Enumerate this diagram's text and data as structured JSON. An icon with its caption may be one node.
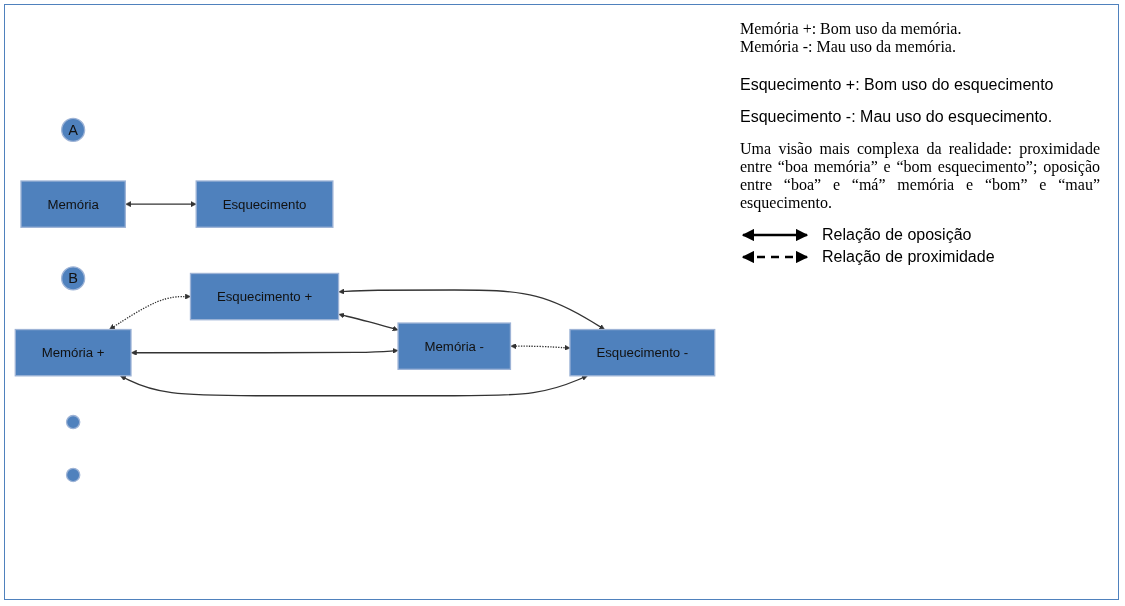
{
  "diagram": {
    "nodes": [
      {
        "text": [
          "A"
        ]
      },
      {
        "text": [
          "Memória"
        ]
      },
      {
        "text": [
          "Esquecimento"
        ]
      },
      {
        "text": [
          "B"
        ]
      },
      {
        "text": [
          "Memória +"
        ]
      },
      {
        "text": [
          "Esquecimento +"
        ]
      },
      {
        "text": [
          "Memória -"
        ]
      },
      {
        "text": [
          "Esquecimento -"
        ]
      },
      {
        "text": [],
        "shape": "circle"
      },
      {
        "text": [],
        "shape": "circle"
      }
    ],
    "edges": [
      {
        "from": 1,
        "to": 2,
        "arrow": "both"
      },
      {
        "from": 4,
        "to": 5,
        "arrow": "both",
        "style": "dashed"
      },
      {
        "from": 4,
        "to": 6,
        "arrow": "both"
      },
      {
        "from": 5,
        "to": 7,
        "arrow": "both"
      },
      {
        "from": 4,
        "to": 7,
        "arrow": "both"
      },
      {
        "from": 5,
        "to": 6,
        "arrow": "both"
      },
      {
        "from": 6,
        "to": 7,
        "arrow": "both",
        "style": "dashed"
      }
    ],
    "labels": [
      "Memória +: Bom uso da memória.",
      "Memória -: Mau uso da memória.",
      "Esquecimento +: Bom uso do esquecimento",
      "Esquecimento -: Mau uso do esquecimento.",
      "Uma visão mais complexa da realidade: proximidade entre “boa memória” e “bom esquecimento”; oposição entre “boa” e “má” memória e “bom” e “mau” esquecimento."
    ],
    "legend": [
      {
        "text": "Relação de oposição"
      },
      {
        "text": "Relação de proximidade"
      }
    ]
  }
}
